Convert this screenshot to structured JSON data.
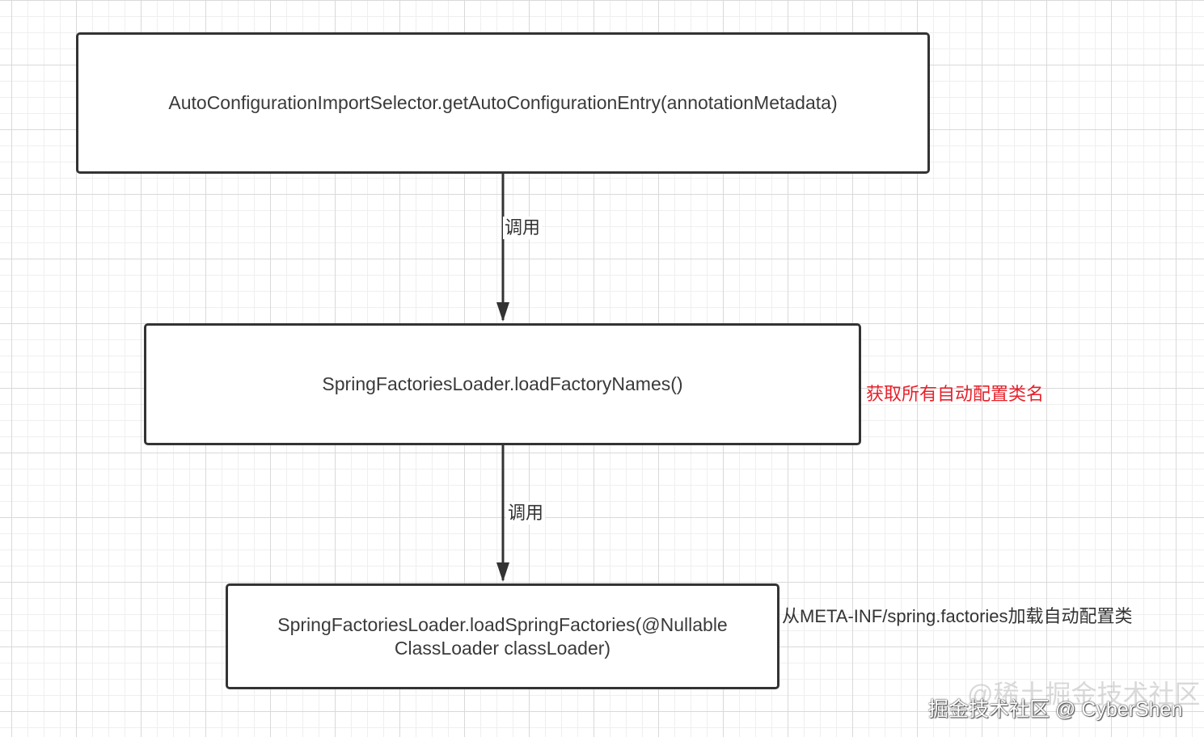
{
  "nodes": [
    {
      "lines": [
        "AutoConfigurationImportSelector.getAutoConfigurationEntry(annotationMetadata)"
      ]
    },
    {
      "lines": [
        "SpringFactoriesLoader.loadFactoryNames()"
      ]
    },
    {
      "lines": [
        "SpringFactoriesLoader.loadSpringFactories(@Nullable",
        "ClassLoader classLoader)"
      ]
    }
  ],
  "edges": [
    {
      "from": 0,
      "to": 1,
      "label": "调用"
    },
    {
      "from": 1,
      "to": 2,
      "label": "调用"
    }
  ],
  "notes": [
    {
      "text": "获取所有自动配置类名",
      "color": "#e8202a"
    },
    {
      "text": "从META-INF/spring.factories加载自动配置类",
      "color": "#333333"
    }
  ],
  "watermark": {
    "ghost": "@稀土掘金技术社区",
    "text": "掘金技术社区 @ CyberShen"
  }
}
